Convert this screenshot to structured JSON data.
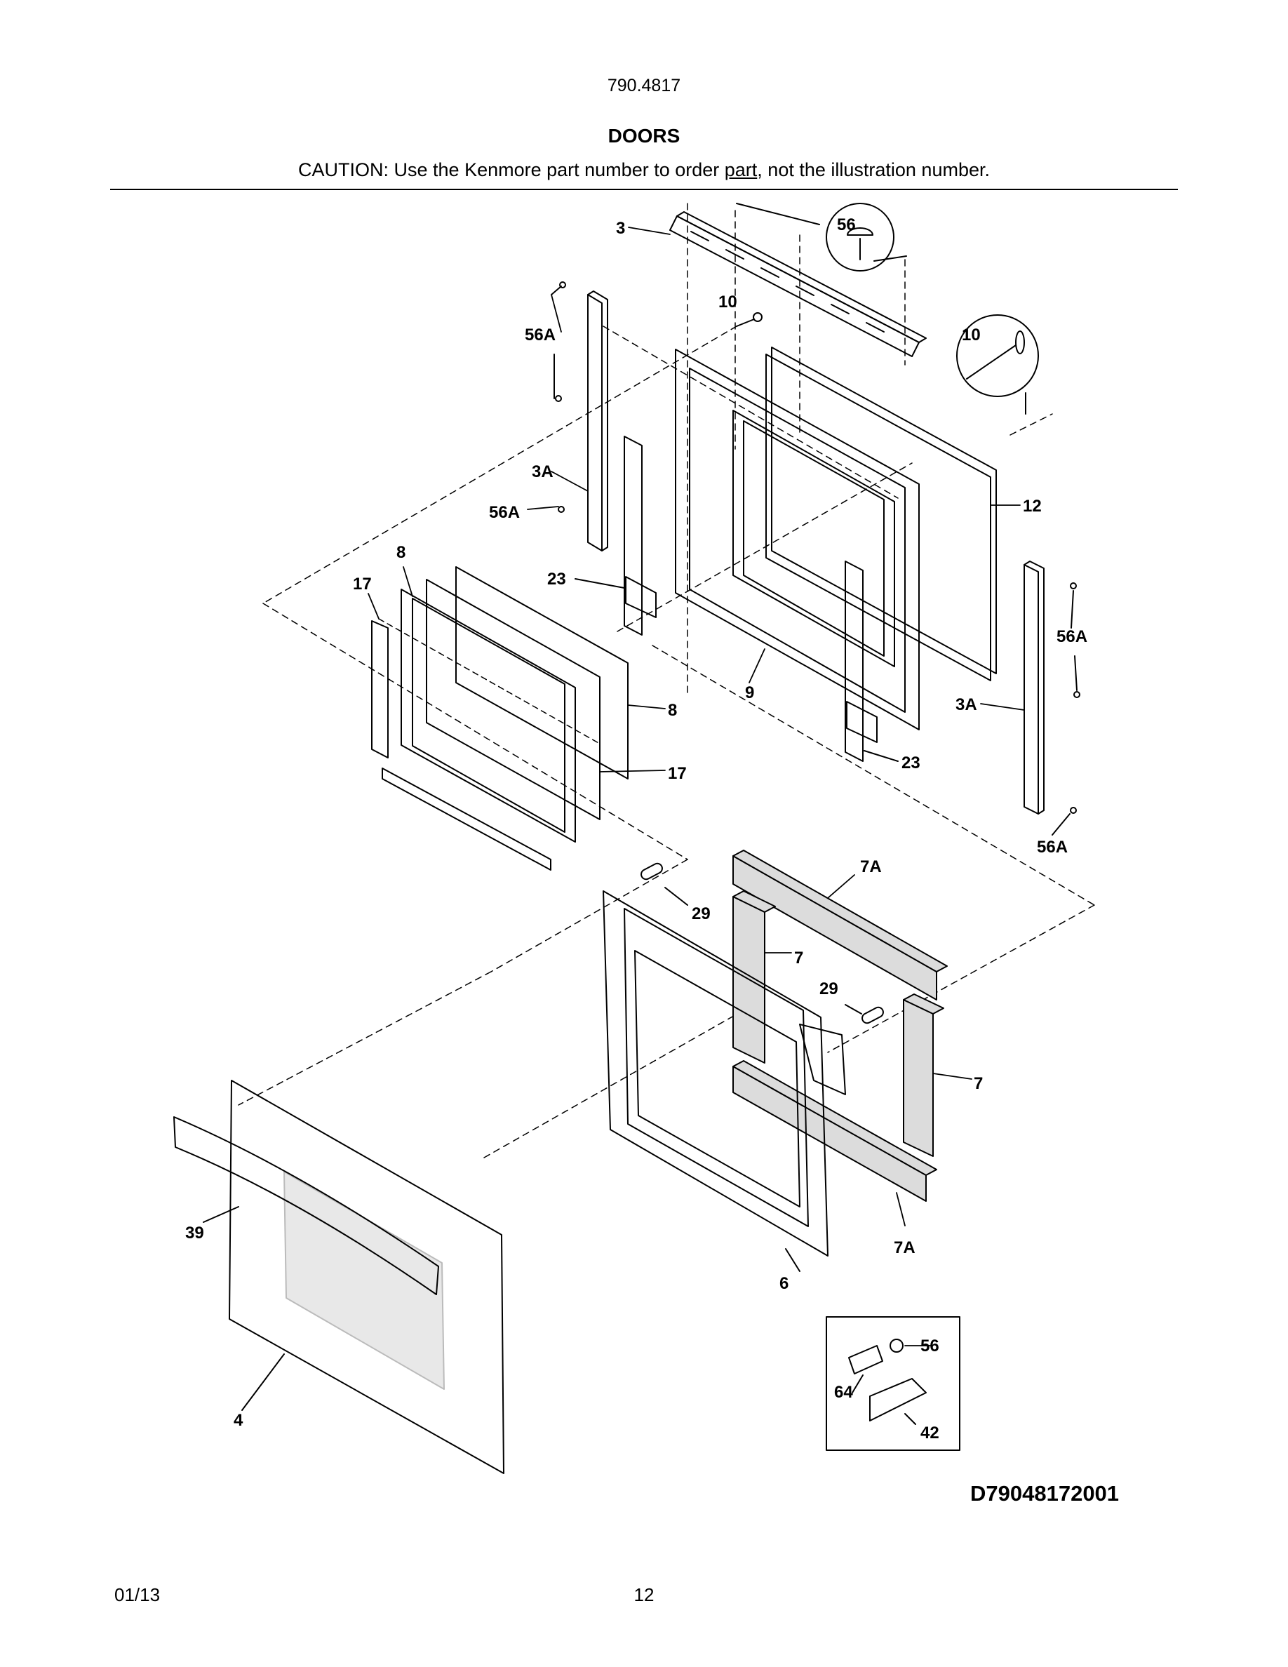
{
  "header": {
    "model_number": "790.4817",
    "section_title": "DOORS",
    "caution_prefix": "CAUTION: Use the Kenmore part number to order ",
    "caution_underlined": "part",
    "caution_suffix": ", not the illustration number."
  },
  "callouts": {
    "c3": "3",
    "c56_top": "56",
    "c10_top": "10",
    "c56a_upper_left": "56A",
    "c10_zoom": "10",
    "c3a_left": "3A",
    "c56a_left_mid": "56A",
    "c12": "12",
    "c8_top": "8",
    "c17_left": "17",
    "c23_left": "23",
    "c56a_right_top": "56A",
    "c9": "9",
    "c8_right": "8",
    "c3a_right": "3A",
    "c17_right": "17",
    "c23_right": "23",
    "c56a_right_bottom": "56A",
    "c7a_top": "7A",
    "c29_top": "29",
    "c7_mid": "7",
    "c29_mid": "29",
    "c7_right": "7",
    "c39": "39",
    "c7a_bottom": "7A",
    "c6": "6",
    "c4": "4",
    "c56_inset": "56",
    "c64": "64",
    "c42": "42"
  },
  "diagram_id": "D79048172001",
  "footer": {
    "date": "01/13",
    "page": "12"
  }
}
